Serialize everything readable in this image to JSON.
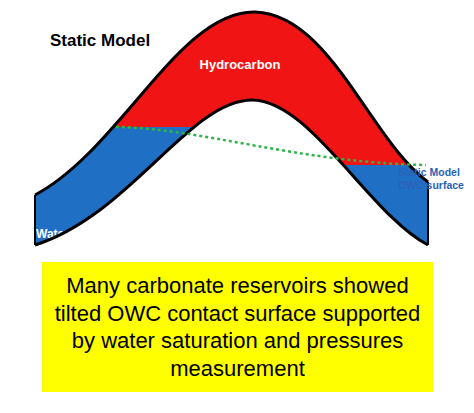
{
  "diagram": {
    "title": "Static Model",
    "nodes": [
      {
        "text": [
          "Hydrocarbon"
        ]
      },
      {
        "text": [
          "Water"
        ]
      },
      {
        "text": [
          "Many carbonate reservoirs showed tilted OWC contact surface supported by water saturation and pressures measurement"
        ]
      }
    ],
    "labels": [
      "Static Model OWC surface"
    ]
  }
}
